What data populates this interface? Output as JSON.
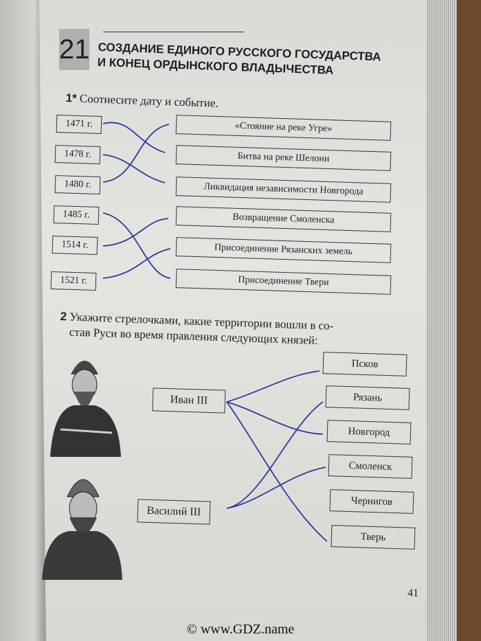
{
  "lesson": {
    "number": "21",
    "title_line1": "СОЗДАНИЕ ЕДИНОГО РУССКОГО ГОСУДАРСТВА",
    "title_line2": "И КОНЕЦ ОРДЫНСКОГО ВЛАДЫЧЕСТВА"
  },
  "task1": {
    "number": "1*",
    "text": "Соотнесите дату и событие.",
    "dates": [
      "1471 г.",
      "1478 г.",
      "1480 г.",
      "1485 г.",
      "1514 г.",
      "1521 г."
    ],
    "events": [
      "«Стояние на реке Угре»",
      "Битва на реке Шелони",
      "Ликвидация независимости Новгорода",
      "Возвращение Смоленска",
      "Присоединение Рязанских земель",
      "Присоединение Твери"
    ]
  },
  "task2": {
    "number": "2",
    "text_line1": "Укажите стрелочками, какие территории вошли в со-",
    "text_line2": "став Руси во время правления следующих князей:",
    "princes": [
      "Иван III",
      "Василий III"
    ],
    "territories": [
      "Псков",
      "Рязань",
      "Новгород",
      "Смоленск",
      "Чернигов",
      "Тверь"
    ]
  },
  "page_number": "41",
  "footer": "© www.GDZ.name",
  "colors": {
    "ink": "#2b3a9e",
    "page": "#e0e1dc"
  }
}
